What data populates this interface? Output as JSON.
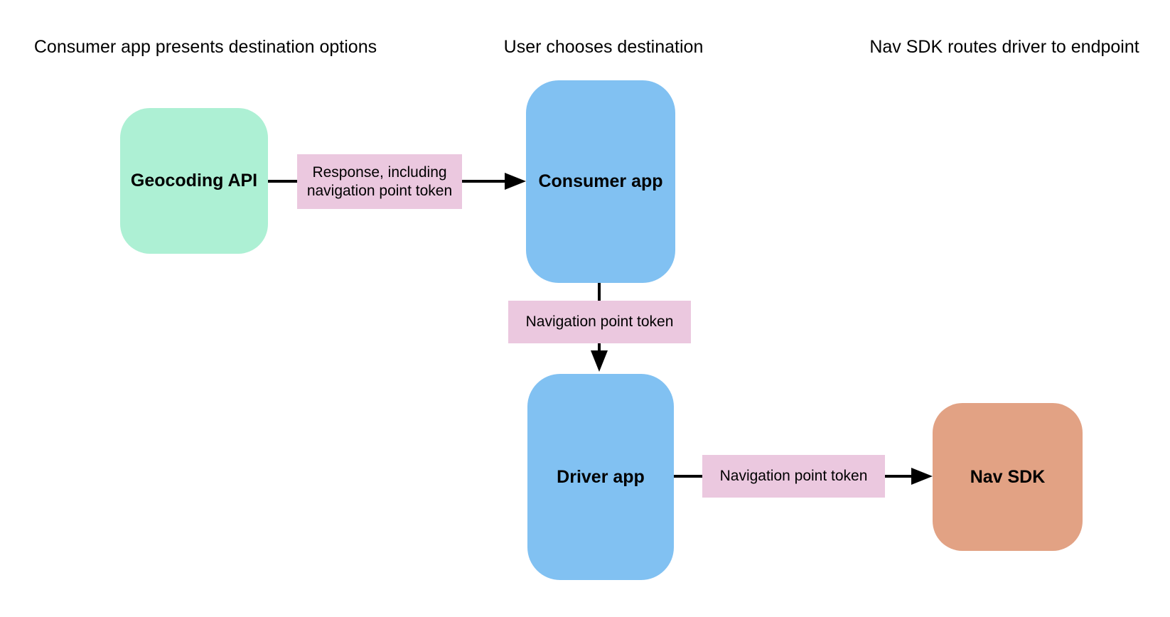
{
  "headers": [
    "Consumer app presents destination options",
    "User chooses destination",
    "Nav SDK routes driver to endpoint"
  ],
  "nodes": {
    "geocoding": {
      "label": "Geocoding API",
      "fill": "#ADF0D4"
    },
    "consumer": {
      "label": "Consumer app",
      "fill": "#81C1F2"
    },
    "driver": {
      "label": "Driver app",
      "fill": "#81C1F2"
    },
    "navsdk": {
      "label": "Nav SDK",
      "fill": "#E2A284"
    }
  },
  "edges": {
    "geocoding_to_consumer": {
      "label": "Response, including navigation point token"
    },
    "consumer_to_driver": {
      "label": "Navigation point token"
    },
    "driver_to_navsdk": {
      "label": "Navigation point token"
    }
  },
  "colors": {
    "edge_label_fill": "#EBC8DF",
    "line": "#000000",
    "background": "#ffffff",
    "text": "#000000"
  }
}
